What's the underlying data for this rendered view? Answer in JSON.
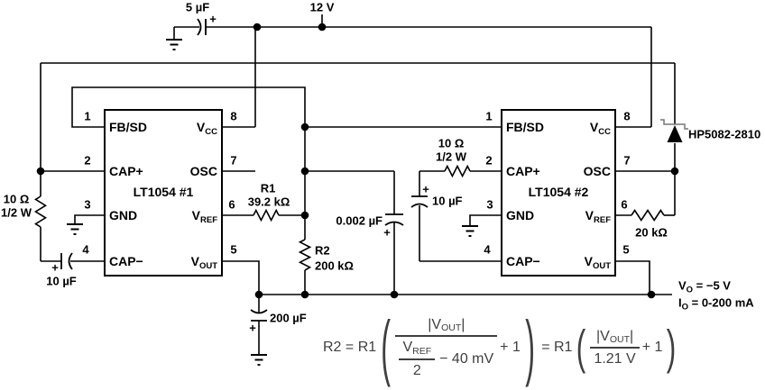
{
  "colors": {
    "line": "#000000",
    "background": "#ffffff",
    "formula_text": "#3f3f3f"
  },
  "power": {
    "bypass_cap": "5 µF",
    "supply": "12 V"
  },
  "sym": {
    "plus": "+"
  },
  "ic1": {
    "title": "LT1054 #1",
    "pins": {
      "p1": {
        "num": "1",
        "label": "FB/SD"
      },
      "p2": {
        "num": "2",
        "label": "CAP+"
      },
      "p3": {
        "num": "3",
        "label": "GND"
      },
      "p4": {
        "num": "4",
        "label": "CAP−"
      },
      "p8": {
        "num": "8",
        "base": "V",
        "sub": "CC"
      },
      "p7": {
        "num": "7",
        "base": "OSC",
        "sub": ""
      },
      "p6": {
        "num": "6",
        "base": "V",
        "sub": "REF"
      },
      "p5": {
        "num": "5",
        "base": "V",
        "sub": "OUT"
      }
    }
  },
  "ic2": {
    "title": "LT1054 #2",
    "pins": {
      "p1": {
        "num": "1",
        "label": "FB/SD"
      },
      "p2": {
        "num": "2",
        "label": "CAP+"
      },
      "p3": {
        "num": "3",
        "label": "GND"
      },
      "p4": {
        "num": "4",
        "label": "CAP−"
      },
      "p8": {
        "num": "8",
        "base": "V",
        "sub": "CC"
      },
      "p7": {
        "num": "7",
        "base": "OSC",
        "sub": ""
      },
      "p6": {
        "num": "6",
        "base": "V",
        "sub": "REF"
      },
      "p5": {
        "num": "5",
        "base": "V",
        "sub": "OUT"
      }
    }
  },
  "branch1": {
    "res_value": "10 Ω",
    "res_power": "1/2 W",
    "cap": "10 µF"
  },
  "branch2": {
    "res_value": "10 Ω",
    "res_power": "1/2 W",
    "cap": "10 µF"
  },
  "r1": {
    "name": "R1",
    "value": "39.2 kΩ"
  },
  "r2": {
    "name": "R2",
    "value": "200 kΩ"
  },
  "comp_cap": "0.002 µF",
  "out_cap": "200 µF",
  "osc_res": "20 kΩ",
  "diode": "HP5082-2810",
  "output": {
    "vo_base": "V",
    "vo_sub": "O",
    "vo_eq": " = −5 V",
    "io_base": "I",
    "io_sub": "O",
    "io_eq": " = 0-200 mA"
  },
  "formula": {
    "lhs": "R2 = R1",
    "paren_open": "(",
    "paren_close": ")",
    "abs_open": "|",
    "v_base": "V",
    "v_sub": "OUT",
    "abs_close": "|",
    "vref_base": "V",
    "vref_sub": "REF",
    "vref_den": "2",
    "minus_term": "− 40 mV",
    "plus_one": "+ 1",
    "eq_rhs": "= R1",
    "den2": "1.21 V"
  }
}
